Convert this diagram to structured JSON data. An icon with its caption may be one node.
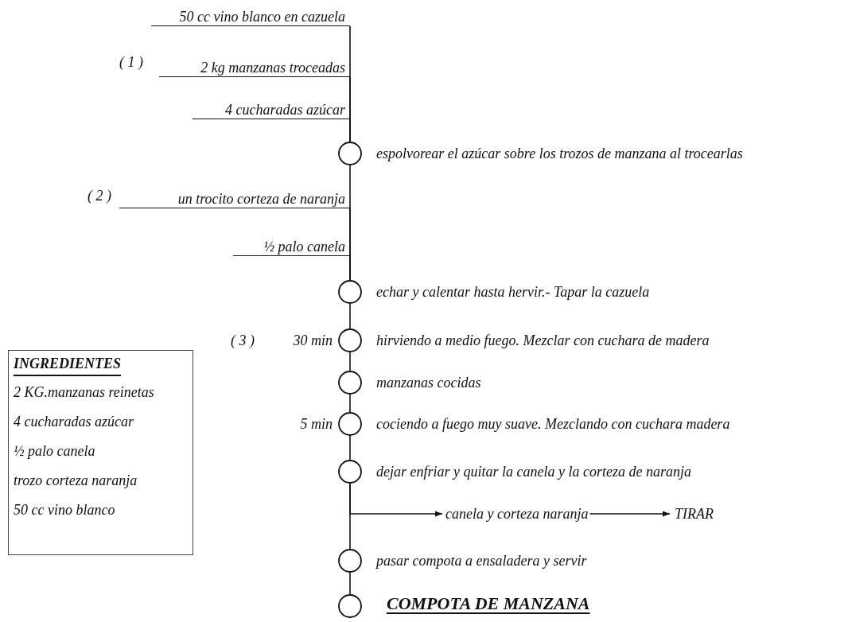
{
  "diagram": {
    "nodes": [
      {
        "text": [
          "50 cc vino blanco en cazuela"
        ]
      },
      {
        "text": [
          "2 kg manzanas troceadas"
        ],
        "beside": [
          "( 1 )"
        ]
      },
      {
        "text": [
          "4 cucharadas azúcar"
        ]
      },
      {
        "text": [],
        "shape": "circle",
        "beside": [
          "espolvorear el azúcar sobre los trozos de manzana al trocearlas"
        ]
      },
      {
        "text": [
          "un trocito corteza de naranja"
        ],
        "beside": [
          "( 2 )"
        ]
      },
      {
        "text": [
          "½ palo canela"
        ]
      },
      {
        "text": [],
        "shape": "circle",
        "beside": [
          "echar y calentar hasta hervir.- Tapar la cazuela"
        ]
      },
      {
        "text": [],
        "shape": "circle",
        "beside": [
          "( 3 )",
          "30 min",
          "hirviendo a medio fuego. Mezclar con cuchara de madera"
        ]
      },
      {
        "text": [],
        "shape": "circle",
        "beside": [
          "manzanas cocidas"
        ]
      },
      {
        "text": [],
        "shape": "circle",
        "beside": [
          "5 min",
          "cociendo a fuego muy suave. Mezclando con cuchara madera"
        ]
      },
      {
        "text": [],
        "shape": "circle",
        "beside": [
          "dejar enfriar y quitar la canela y la corteza de naranja"
        ]
      },
      {
        "text": [
          "canela y corteza naranja"
        ]
      },
      {
        "text": [
          "TIRAR"
        ]
      },
      {
        "text": [],
        "shape": "circle",
        "beside": [
          "pasar compota a ensaladera y servir"
        ]
      },
      {
        "text": [],
        "shape": "circle",
        "beside": [
          "COMPOTA DE MANZANA"
        ]
      },
      {
        "text": [
          "INGREDIENTES",
          "2 KG.manzanas reinetas",
          "4 cucharadas azúcar",
          "½ palo canela",
          "trozo corteza naranja",
          "50 cc vino blanco"
        ]
      }
    ],
    "edges": [
      {
        "from": 0,
        "to": 3,
        "arrow": "none"
      },
      {
        "from": 1,
        "to": 3,
        "arrow": "none"
      },
      {
        "from": 2,
        "to": 3,
        "arrow": "none"
      },
      {
        "from": 3,
        "to": 6,
        "arrow": "none"
      },
      {
        "from": 4,
        "to": 6,
        "arrow": "none"
      },
      {
        "from": 5,
        "to": 6,
        "arrow": "none"
      },
      {
        "from": 6,
        "to": 7,
        "arrow": "none"
      },
      {
        "from": 7,
        "to": 8,
        "arrow": "none"
      },
      {
        "from": 8,
        "to": 9,
        "arrow": "none"
      },
      {
        "from": 9,
        "to": 10,
        "arrow": "none"
      },
      {
        "from": 10,
        "to": 11,
        "arrow": "to"
      },
      {
        "from": 11,
        "to": 12,
        "arrow": "to"
      },
      {
        "from": 10,
        "to": 13,
        "arrow": "none"
      },
      {
        "from": 13,
        "to": 14,
        "arrow": "none"
      }
    ]
  }
}
